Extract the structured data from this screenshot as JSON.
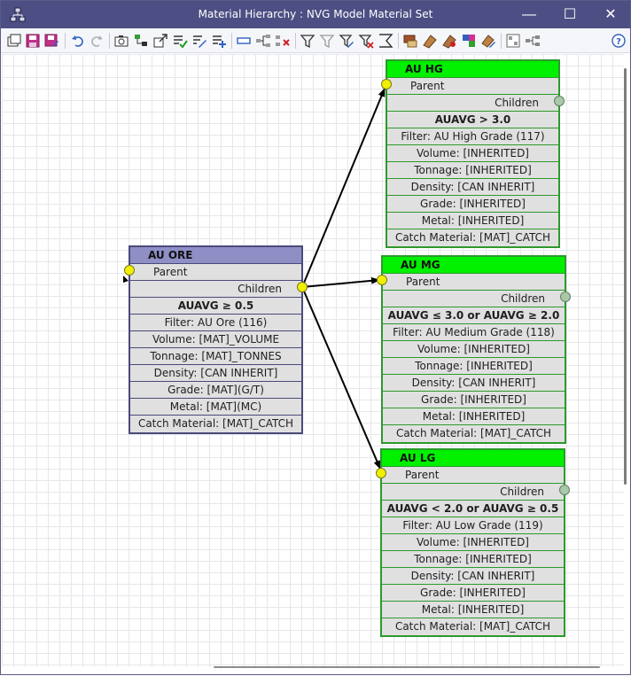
{
  "window": {
    "title": "Material Hierarchy : NVG Model Material Set",
    "minimize": "—",
    "maximize": "☐",
    "close": "✕"
  },
  "toolbar": {
    "icons": [
      "new-window-icon",
      "save-icon",
      "save-as-icon",
      "edit-icon",
      "undo-icon",
      "redo-icon",
      "camera-icon",
      "tree-icon",
      "expand-icon",
      "checklist-icon",
      "pencil-icon",
      "add-node-icon",
      "rectangle-icon",
      "hierarchy-icon",
      "delete-node-icon",
      "filter-icon",
      "filter-clear-icon",
      "filter-edit-icon",
      "filter-remove-icon",
      "funnel-sum-icon",
      "material-1-icon",
      "material-2-icon",
      "material-3-icon",
      "material-4-icon",
      "material-5-icon",
      "layout-icon",
      "tree-layout-icon",
      "help-icon"
    ]
  },
  "nodes": {
    "au_ore": {
      "title": "AU ORE",
      "parent": "Parent",
      "children": "Children",
      "rule": "AUAVG ≥ 0.5",
      "filter": "Filter: AU Ore (116)",
      "volume": "Volume: [MAT]_VOLUME",
      "tonnage": "Tonnage: [MAT]_TONNES",
      "density": "Density: [CAN INHERIT]",
      "grade": "Grade: [MAT](G/T)",
      "metal": "Metal: [MAT](MC)",
      "catch": "Catch Material: [MAT]_CATCH"
    },
    "au_hg": {
      "title": "AU HG",
      "parent": "Parent",
      "children": "Children",
      "rule": "AUAVG > 3.0",
      "filter": "Filter: AU High Grade (117)",
      "volume": "Volume: [INHERITED]",
      "tonnage": "Tonnage: [INHERITED]",
      "density": "Density: [CAN INHERIT]",
      "grade": "Grade: [INHERITED]",
      "metal": "Metal: [INHERITED]",
      "catch": "Catch Material: [MAT]_CATCH"
    },
    "au_mg": {
      "title": "AU MG",
      "parent": "Parent",
      "children": "Children",
      "rule": "AUAVG ≤ 3.0 or AUAVG ≥ 2.0",
      "filter": "Filter: AU Medium Grade (118)",
      "volume": "Volume: [INHERITED]",
      "tonnage": "Tonnage: [INHERITED]",
      "density": "Density: [CAN INHERIT]",
      "grade": "Grade: [INHERITED]",
      "metal": "Metal: [INHERITED]",
      "catch": "Catch Material: [MAT]_CATCH"
    },
    "au_lg": {
      "title": "AU LG",
      "parent": "Parent",
      "children": "Children",
      "rule": "AUAVG < 2.0 or AUAVG ≥ 0.5",
      "filter": "Filter: AU Low Grade (119)",
      "volume": "Volume: [INHERITED]",
      "tonnage": "Tonnage: [INHERITED]",
      "density": "Density: [CAN INHERIT]",
      "grade": "Grade: [INHERITED]",
      "metal": "Metal: [INHERITED]",
      "catch": "Catch Material: [MAT]_CATCH"
    }
  },
  "colors": {
    "titlebar": "#4d4f84",
    "root_header": "#8f8fc6",
    "child_header": "#00f000",
    "connector_active": "#f0f000",
    "connector_inactive": "#a8c8a8"
  }
}
